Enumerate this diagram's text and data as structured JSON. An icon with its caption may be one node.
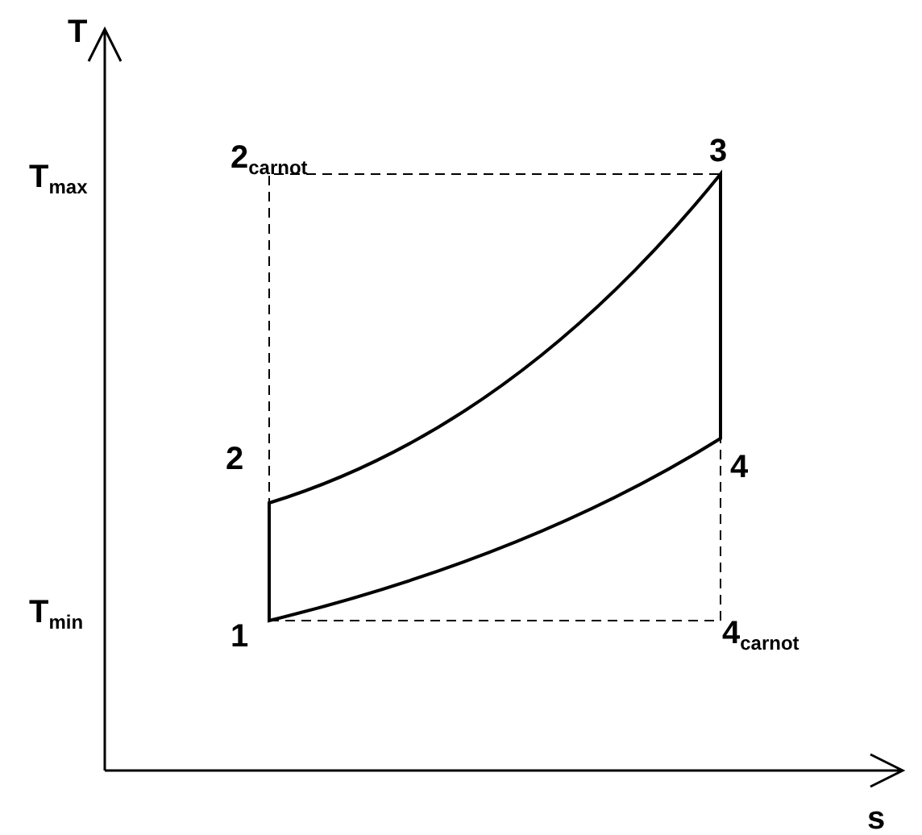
{
  "diagram": {
    "labels": [
      "T",
      "T$_{max}$",
      "2$_{carnot}$",
      "3",
      "2",
      "4",
      "T$_{min}$",
      "1",
      "4$_{carnot}$",
      "s"
    ]
  }
}
